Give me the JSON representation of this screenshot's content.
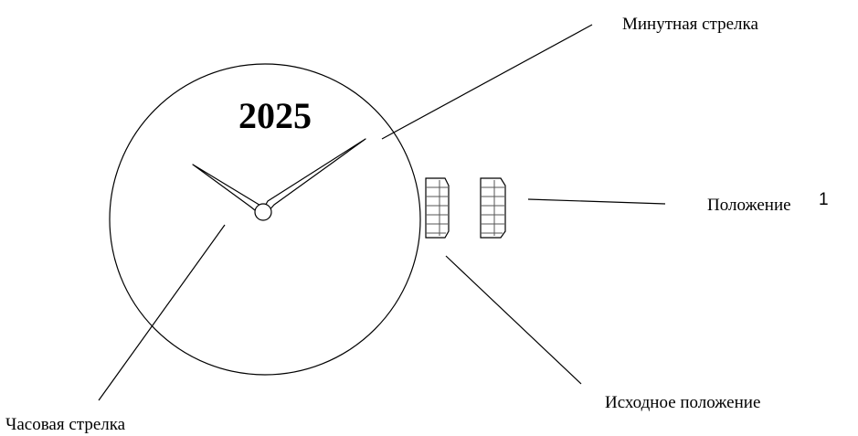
{
  "dial": {
    "year": "2025"
  },
  "labels": {
    "minute_hand": "Минутная стрелка",
    "hour_hand": "Часовая стрелка",
    "position_1": "Положение",
    "position_1_number": "1",
    "home_position": "Исходное положение"
  },
  "colors": {
    "line": "#000000",
    "background": "#ffffff"
  }
}
